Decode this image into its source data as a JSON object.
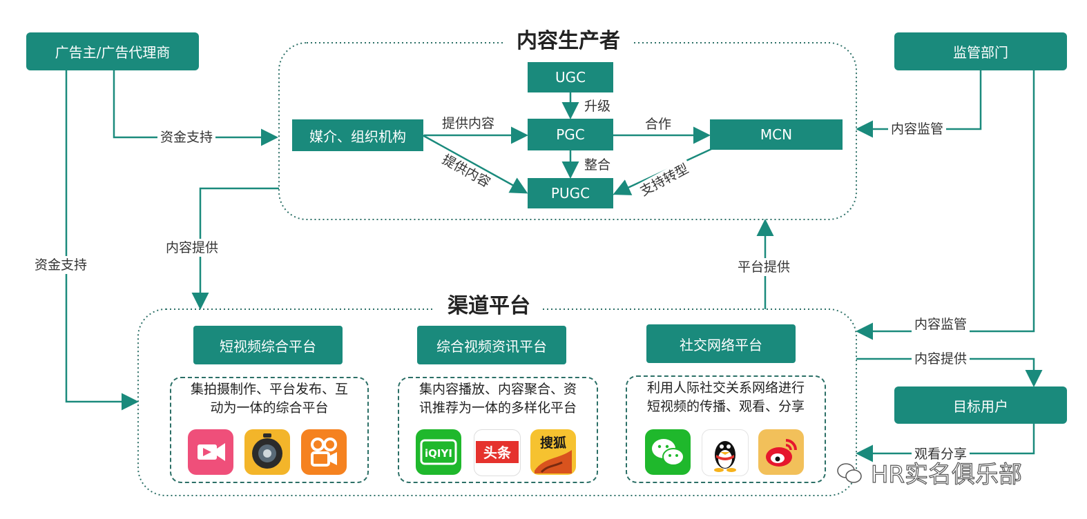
{
  "nodes": {
    "advertiser": "广告主/广告代理商",
    "regulator": "监管部门",
    "target_users": "目标用户",
    "media_org": "媒介、组织机构",
    "ugc": "UGC",
    "pgc": "PGC",
    "pugc": "PUGC",
    "mcn": "MCN"
  },
  "groups": {
    "producers_title": "内容生产者",
    "channels_title": "渠道平台"
  },
  "platforms": [
    {
      "name": "短视频综合平台",
      "desc_line1": "集拍摄制作、平台发布、互",
      "desc_line2": "动为一体的综合平台",
      "icons": [
        "video-camera-app-icon",
        "lens-camera-app-icon",
        "kuaishou-app-icon"
      ]
    },
    {
      "name": "综合视频资讯平台",
      "desc_line1": "集内容播放、内容聚合、资",
      "desc_line2": "讯推荐为一体的多样化平台",
      "icons": [
        "iqiyi-app-icon",
        "toutiao-app-icon",
        "sohu-app-icon"
      ]
    },
    {
      "name": "社交网络平台",
      "desc_line1": "利用人际社交关系网络进行",
      "desc_line2": "短视频的传播、观看、分享",
      "icons": [
        "wechat-app-icon",
        "qq-app-icon",
        "weibo-app-icon"
      ]
    }
  ],
  "icon_text": {
    "iqiyi": "iQIYI",
    "toutiao": "头条",
    "sohu": "搜狐"
  },
  "edges": {
    "funding_top": "资金支持",
    "funding_left": "资金支持",
    "content_provide_left": "内容提供",
    "regulate_top": "内容监管",
    "platform_provide": "平台提供",
    "regulate_bottom": "内容监管",
    "content_provide_right": "内容提供",
    "watch_share": "观看分享",
    "upgrade": "升级",
    "integrate": "整合",
    "provide_content_1": "提供内容",
    "provide_content_2": "提供内容",
    "cooperate": "合作",
    "support_transform": "支持转型"
  },
  "watermark": "HR实名俱乐部",
  "colors": {
    "primary": "#1a8a7c",
    "line": "#1a8a7c",
    "dashed": "#2b6f66"
  }
}
